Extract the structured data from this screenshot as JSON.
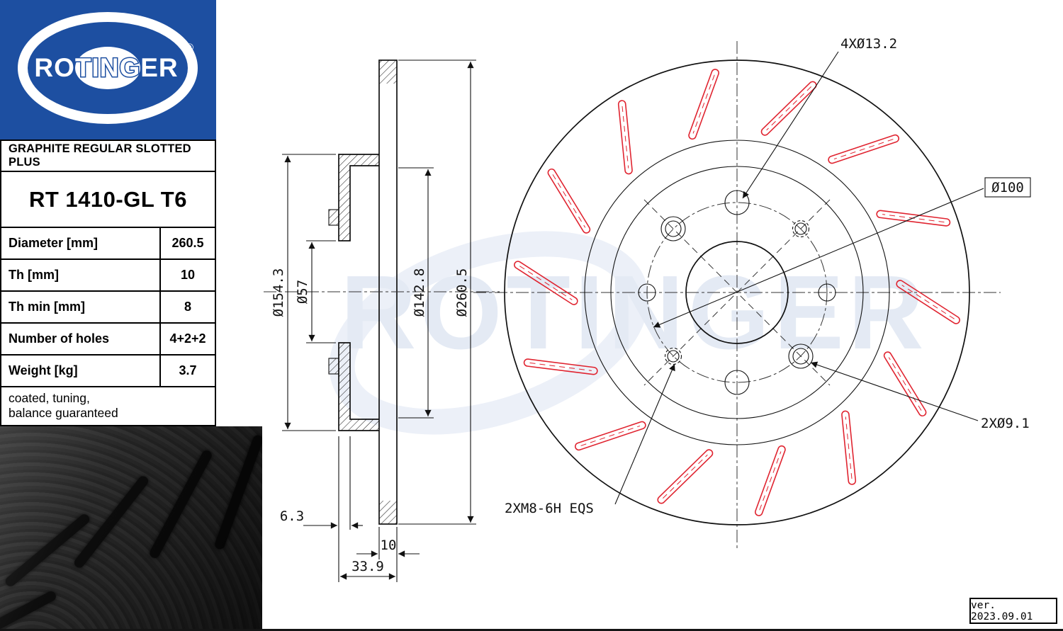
{
  "brand": {
    "name": "ROTINGER",
    "registered": "®"
  },
  "colors": {
    "sidebar_blue": "#1d4fa1",
    "slot_red": "#e02430"
  },
  "sidebar": {
    "product_line": "GRAPHITE REGULAR SLOTTED PLUS",
    "model": "RT 1410-GL T6",
    "specs": [
      {
        "label": "Diameter [mm]",
        "value": "260.5"
      },
      {
        "label": "Th [mm]",
        "value": "10"
      },
      {
        "label": "Th min [mm]",
        "value": "8"
      },
      {
        "label": "Number of holes",
        "value": "4+2+2"
      },
      {
        "label": "Weight [kg]",
        "value": "3.7"
      }
    ],
    "notes_line1": "coated, tuning,",
    "notes_line2": "balance guaranteed"
  },
  "drawing": {
    "watermark": "ROTINGER",
    "slot_count": 14,
    "section_dims": {
      "hat_outer": "Ø154.3",
      "bore": "Ø57",
      "friction_inner": "Ø142.8",
      "outer": "Ø260.5",
      "hat_wall": "6.3",
      "thickness": "10",
      "overall_height": "33.9"
    },
    "front_dims": {
      "lug_holes": "4XØ13.2",
      "bolt_circle": "Ø100",
      "extra_holes": "2XØ9.1",
      "thread_holes": "2XM8-6H EQS"
    }
  },
  "footer": {
    "version": "ver. 2023.09.01"
  }
}
